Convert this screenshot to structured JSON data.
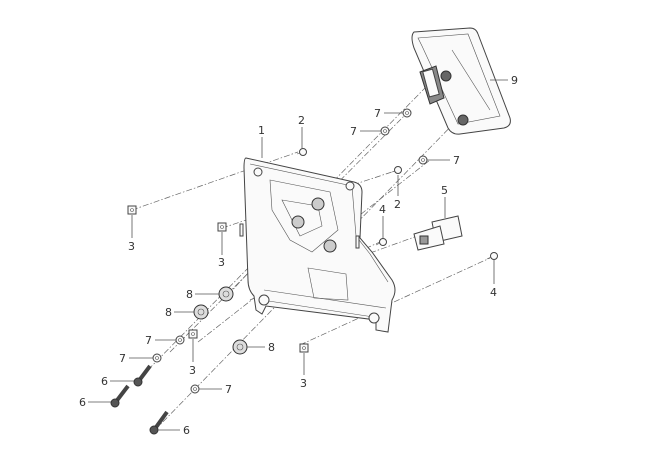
{
  "diagram": {
    "type": "exploded-parts-diagram",
    "callouts": [
      {
        "id": "c1",
        "label": "1"
      },
      {
        "id": "c2a",
        "label": "2"
      },
      {
        "id": "c2b",
        "label": "2"
      },
      {
        "id": "c3a",
        "label": "3"
      },
      {
        "id": "c3b",
        "label": "3"
      },
      {
        "id": "c3c",
        "label": "3"
      },
      {
        "id": "c3d",
        "label": "3"
      },
      {
        "id": "c4a",
        "label": "4"
      },
      {
        "id": "c4b",
        "label": "4"
      },
      {
        "id": "c5",
        "label": "5"
      },
      {
        "id": "c6a",
        "label": "6"
      },
      {
        "id": "c6b",
        "label": "6"
      },
      {
        "id": "c6c",
        "label": "6"
      },
      {
        "id": "c7a",
        "label": "7"
      },
      {
        "id": "c7b",
        "label": "7"
      },
      {
        "id": "c7c",
        "label": "7"
      },
      {
        "id": "c7d",
        "label": "7"
      },
      {
        "id": "c7e",
        "label": "7"
      },
      {
        "id": "c7f",
        "label": "7"
      },
      {
        "id": "c8a",
        "label": "8"
      },
      {
        "id": "c8b",
        "label": "8"
      },
      {
        "id": "c8c",
        "label": "8"
      },
      {
        "id": "c9",
        "label": "9"
      }
    ]
  }
}
